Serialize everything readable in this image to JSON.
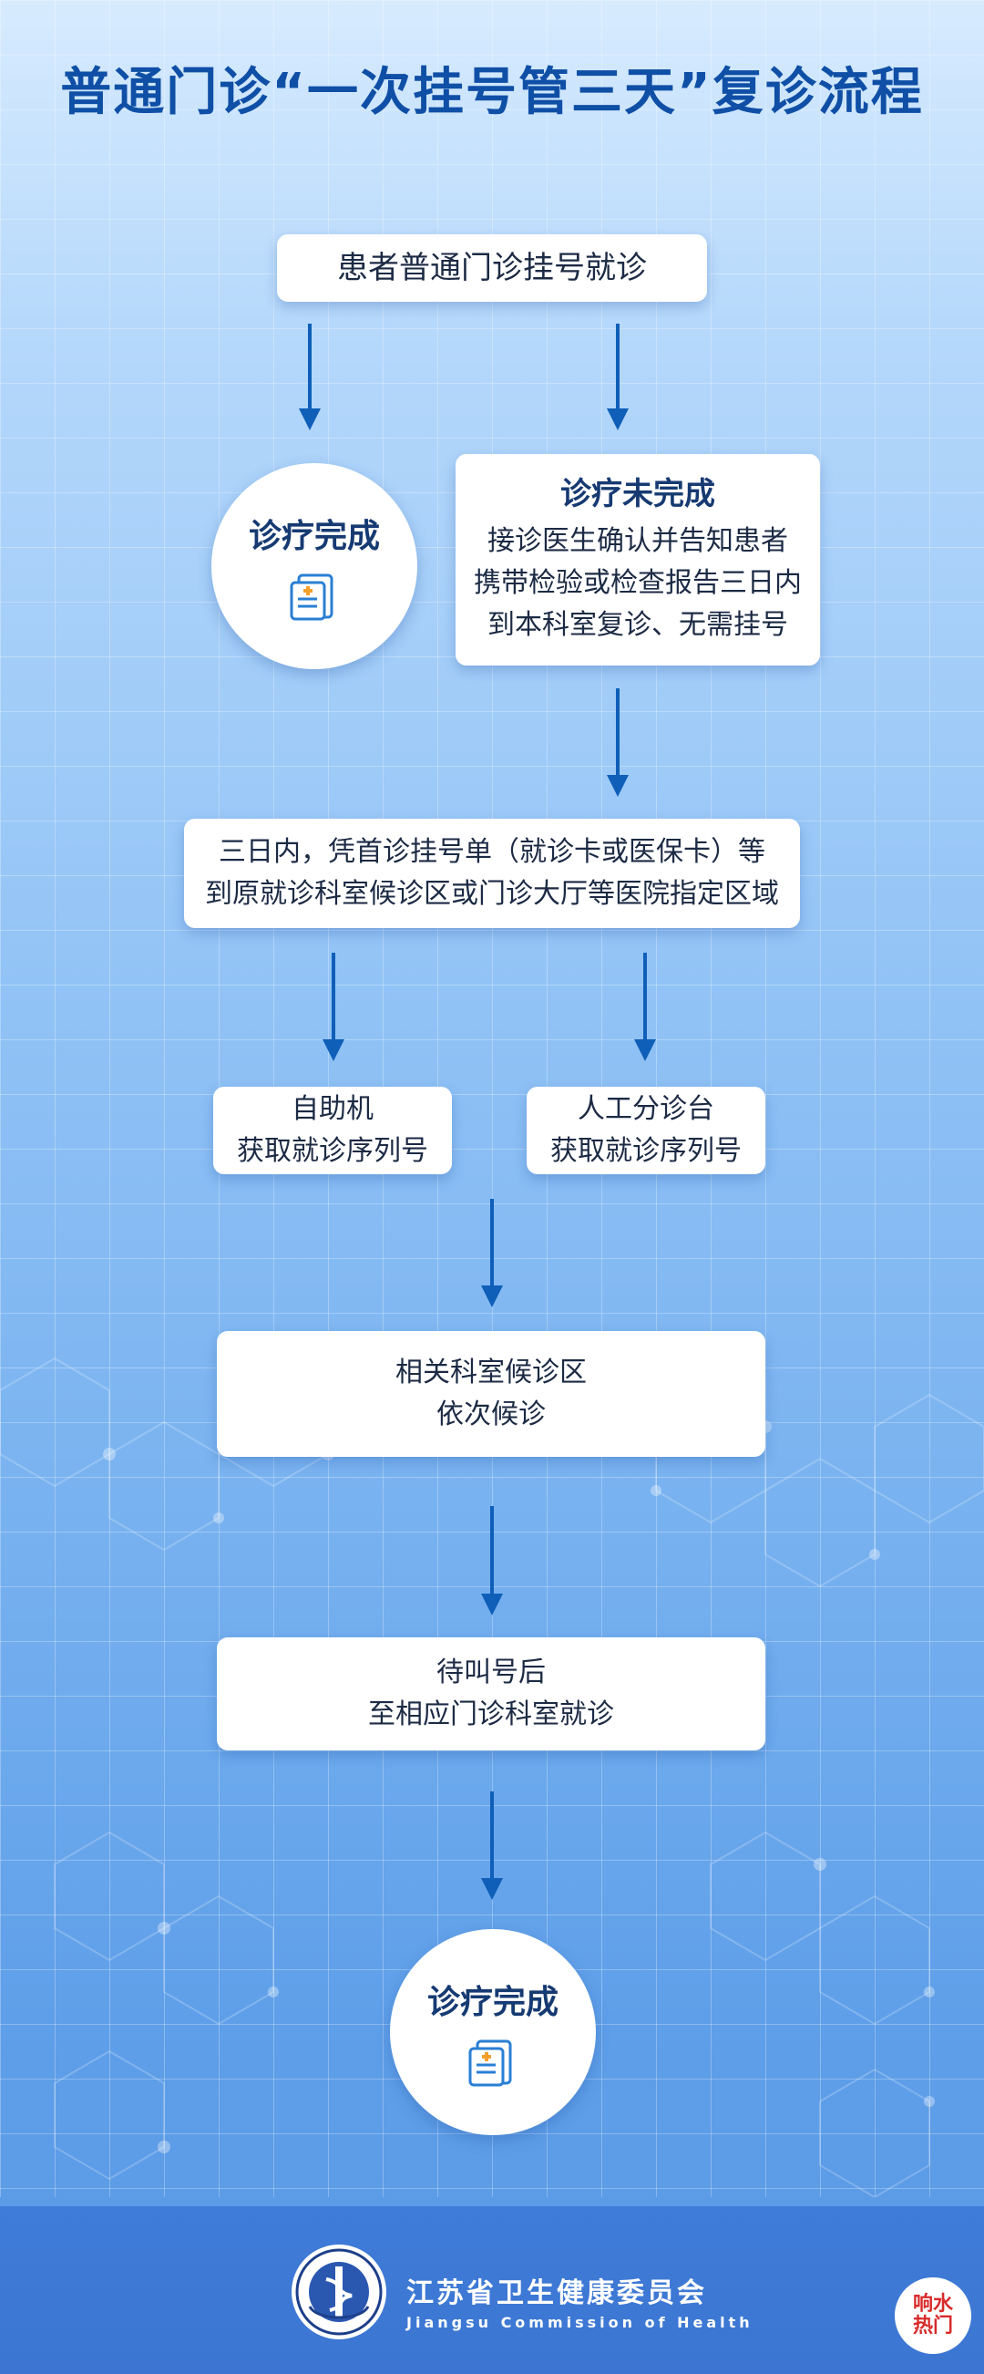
{
  "title": "普通门诊“一次挂号管三天”复诊流程",
  "nodes": {
    "start": "患者普通门诊挂号就诊",
    "done_circle": "诊疗完成",
    "incomplete": {
      "heading": "诊疗未完成",
      "lines": [
        "接诊医生确认并告知患者",
        "携带检验或检查报告三日内",
        "到本科室复诊、无需挂号"
      ]
    },
    "within_three_days": {
      "lines": [
        "三日内，凭首诊挂号单（就诊卡或医保卡）等",
        "到原就诊科室候诊区或门诊大厅等医院指定区域"
      ]
    },
    "self_service": {
      "lines": [
        "自助机",
        "获取就诊序列号"
      ]
    },
    "manual_desk": {
      "lines": [
        "人工分诊台",
        "获取就诊序列号"
      ]
    },
    "waiting_area": {
      "lines": [
        "相关科室候诊区",
        "依次候诊"
      ]
    },
    "after_call": {
      "lines": [
        "待叫号后",
        "至相应门诊科室就诊"
      ]
    },
    "final_circle": "诊疗完成"
  },
  "footer": {
    "org_cn": "江苏省卫生健康委员会",
    "org_en": "Jiangsu Commission of Health",
    "logo_text": "江苏省卫生健康委员会",
    "watermark": [
      "响水",
      "热门"
    ]
  },
  "colors": {
    "title": "#0f4fa6",
    "arrow": "#0f5fb8",
    "footer": "#3f7bd8",
    "icon_blue": "#2a7fd4",
    "icon_orange": "#f2a12b"
  }
}
